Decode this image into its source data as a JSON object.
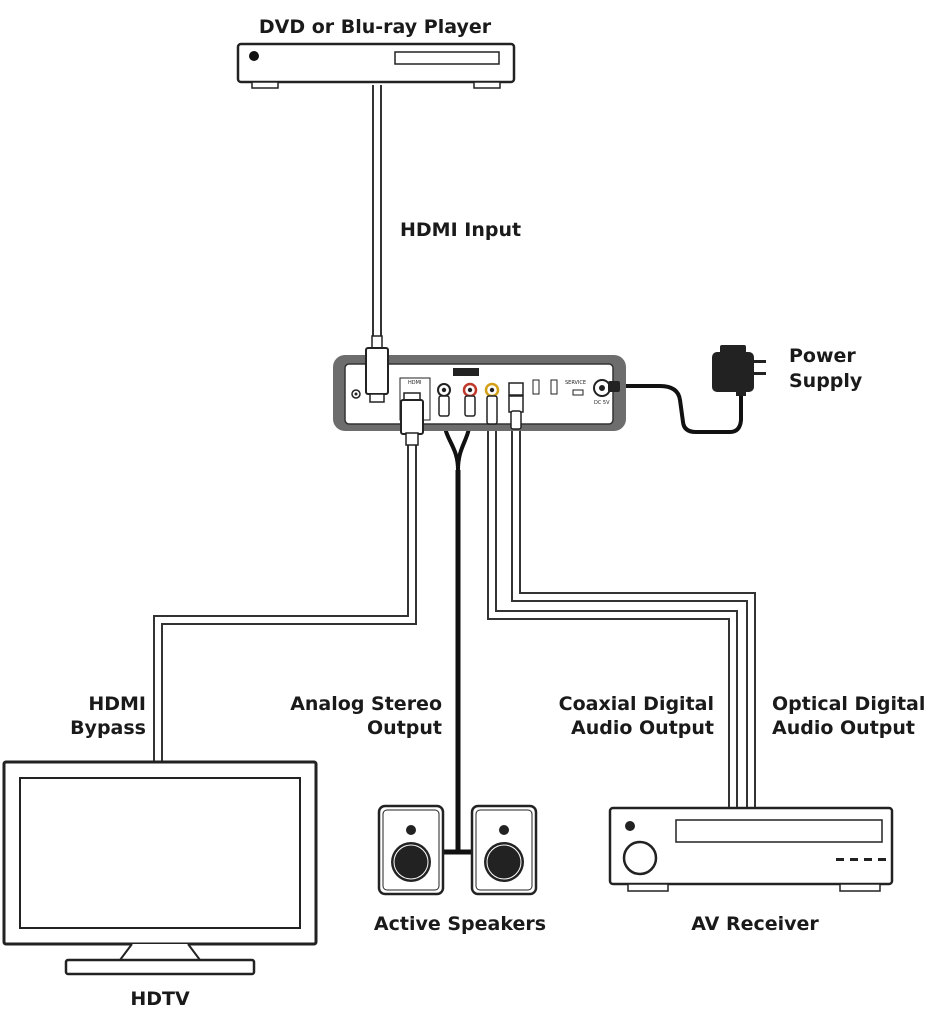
{
  "devices": {
    "source": "DVD or Blu-ray Player",
    "tv": "HDTV",
    "speakers": "Active Speakers",
    "receiver": "AV Receiver",
    "power": [
      "Power",
      "Supply"
    ]
  },
  "connections": {
    "hdmi_input": "HDMI Input",
    "hdmi_bypass": [
      "HDMI",
      "Bypass"
    ],
    "analog_out": [
      "Analog Stereo",
      "Output"
    ],
    "coax_out": [
      "Coaxial Digital",
      "Audio Output"
    ],
    "optical_out": [
      "Optical Digital",
      "Audio Output"
    ]
  },
  "panel": {
    "hdmi_port": "HDMI",
    "service": "SERVICE",
    "dc_in": "DC 5V"
  }
}
